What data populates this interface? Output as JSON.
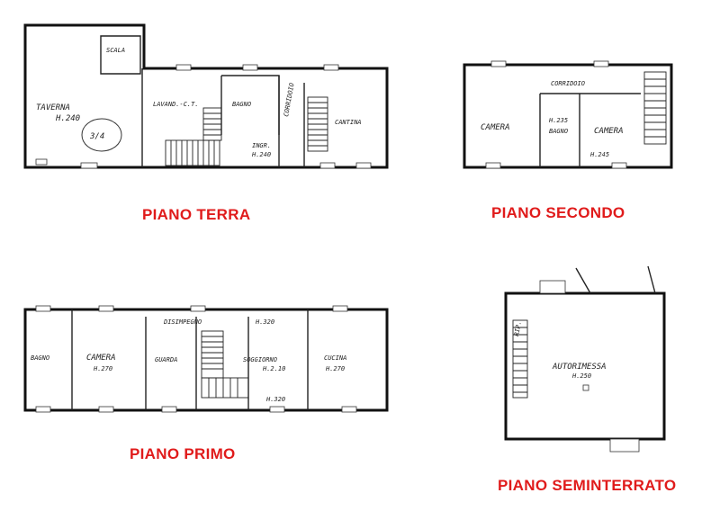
{
  "floors": {
    "terra": {
      "title": "PIANO TERRA",
      "rooms": {
        "taverna": "TAVERNA",
        "taverna_h": "H.240",
        "scala": "SCALA",
        "lavanderia": "LAVAND.-C.T.",
        "bagno": "BAGNO",
        "corridoio": "CORRIDOIO",
        "cantina": "CANTINA",
        "ingresso": "INGR.",
        "ingresso_h": "H.240",
        "note": "3/4"
      }
    },
    "secondo": {
      "title": "PIANO SECONDO",
      "rooms": {
        "corridoio": "CORRIDOIO",
        "camera_sx": "CAMERA",
        "bagno_h": "H.235",
        "bagno": "BAGNO",
        "camera_dx": "CAMERA",
        "camera_dx_h": "H.245"
      }
    },
    "primo": {
      "title": "PIANO PRIMO",
      "rooms": {
        "bagno": "BAGNO",
        "camera": "CAMERA",
        "camera_h": "H.270",
        "guarda": "GUARDA",
        "disimpegno": "DISIMPEGNO",
        "h_top": "H.320",
        "soggiorno": "SOGGIORNO",
        "soggiorno_h": "H.2.10",
        "h_bottom": "H.320",
        "cucina": "CUCINA",
        "cucina_h": "H.270"
      }
    },
    "seminterrato": {
      "title": "PIANO SEMINTERRATO",
      "rooms": {
        "rip": "RIP.",
        "autorimessa": "AUTORIMESSA",
        "autorimessa_h": "H.250"
      }
    }
  }
}
